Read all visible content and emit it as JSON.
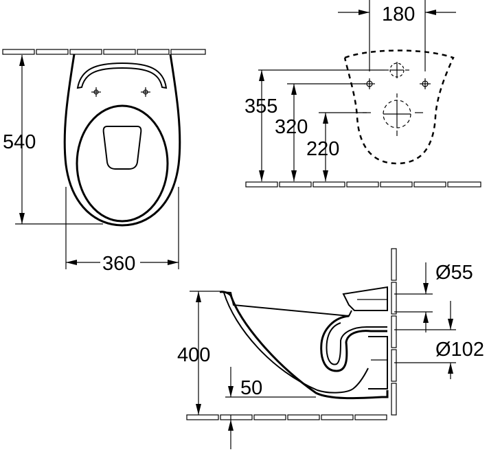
{
  "dimensions": {
    "top_view_depth": "540",
    "top_view_width": "360",
    "rear_hole_spacing": "180",
    "fixing_height_upper": "355",
    "fixing_height_middle": "320",
    "fixing_height_lower": "220",
    "side_height": "400",
    "outlet_offset": "50",
    "inlet_diameter": "Ø55",
    "outlet_diameter": "Ø102"
  }
}
